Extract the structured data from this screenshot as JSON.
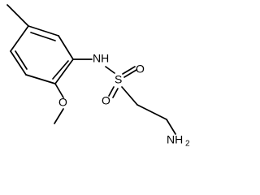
{
  "molecule": {
    "labels": {
      "nh": "NH",
      "sulfur": "S",
      "oxygen_top": "O",
      "oxygen_bottom": "O",
      "oxygen_ether": "O",
      "amine_n": "NH",
      "amine_sub": "2"
    }
  }
}
